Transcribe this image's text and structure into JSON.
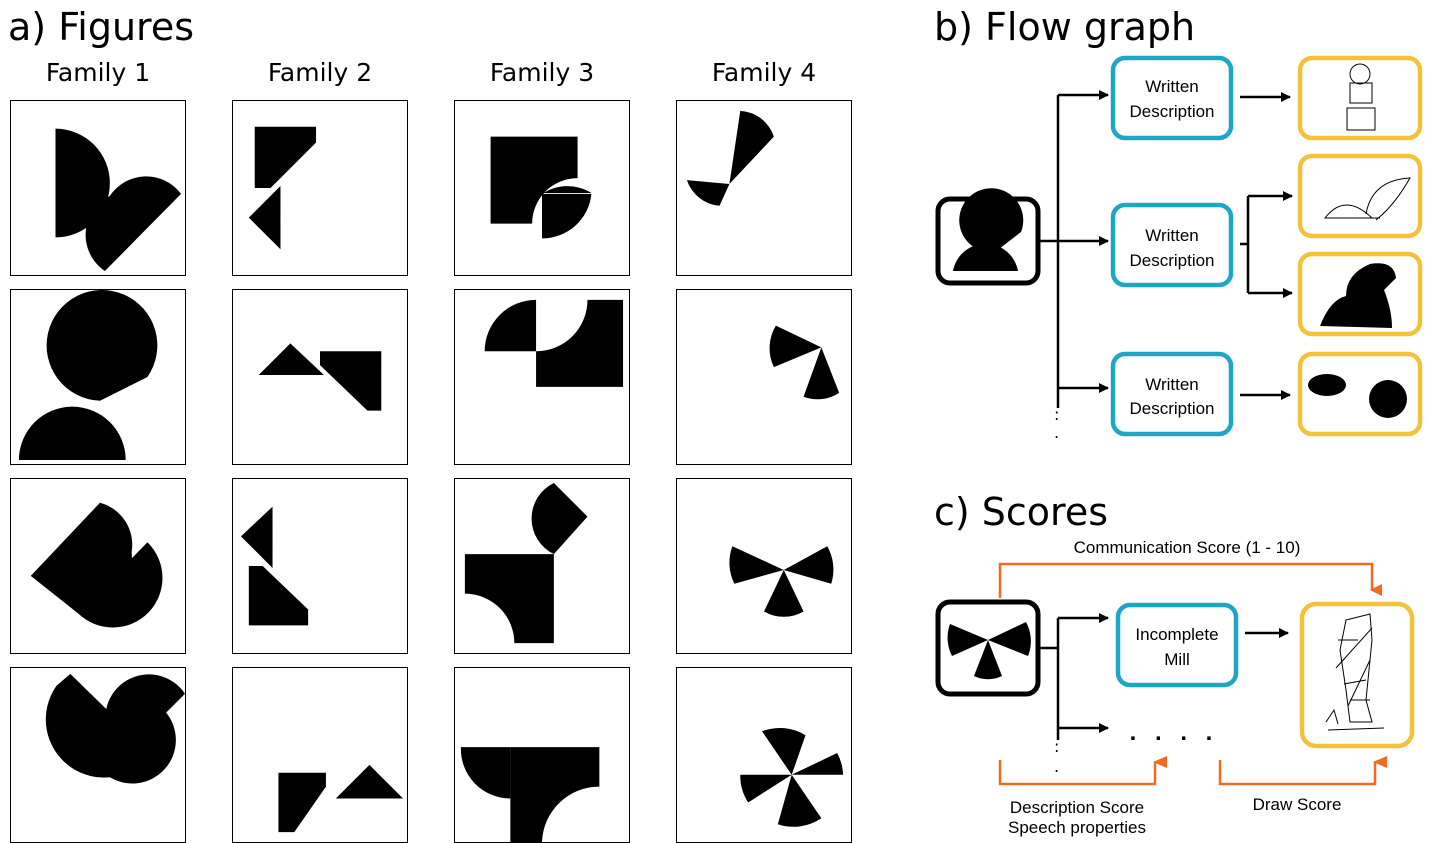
{
  "panel_a": {
    "title": "a) Figures",
    "families": [
      "Family 1",
      "Family 2",
      "Family 3",
      "Family 4"
    ]
  },
  "panel_b": {
    "title": "b) Flow graph",
    "description_label_line1": "Written",
    "description_label_line2": "Description"
  },
  "panel_c": {
    "title": "c) Scores",
    "communication_score": "Communication Score  (1 - 10)",
    "node_line1": "Incomplete",
    "node_line2": "Mill",
    "description_score_line1": "Description Score",
    "description_score_line2": "Speech properties",
    "draw_score": "Draw Score",
    "ellipsis": ". . . ."
  },
  "colors": {
    "description_node": "#1da6c6",
    "drawing_node": "#f2c23a",
    "score_arrow": "#f26a1f",
    "shape": "#000000"
  }
}
